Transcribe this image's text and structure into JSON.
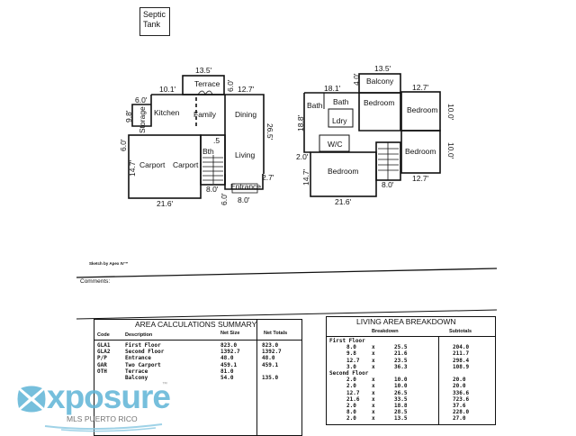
{
  "septic": {
    "line1": "Septic",
    "line2": "Tank"
  },
  "first_floor": {
    "rooms": {
      "terrace": "Terrace",
      "kitchen": "Kitchen",
      "family": "Family",
      "dining": "Dining",
      "storage": "Storage",
      "carport1": "Carport",
      "carport2": "Carport",
      "bath": "Bth",
      "living": "Living",
      "entrance": "Entrance"
    },
    "dims": {
      "top": "13.5'",
      "kitchen_top": "10.1'",
      "terrace_side": "6.0'",
      "dining_top": "12.7'",
      "storage_top": "6.0'",
      "storage_side": "9.8'",
      "right": "26.5'",
      "left_a": "6.0'",
      "left_b": "14.7'",
      "bottom": "21.6'",
      "stair_bottom": "8.0'",
      "entrance_side": "6.0'",
      "entrance_bottom": "8.0'",
      "entrance_right": "2.7'",
      "bath": ".5"
    }
  },
  "second_floor": {
    "rooms": {
      "balcony": "Balcony",
      "bath1": "Bath",
      "bath2": "Bath",
      "bedroom_top": "Bedroom",
      "bedroom_r1": "Bedroom",
      "bedroom_r2": "Bedroom",
      "laundry": "Ldry",
      "wic": "W/C",
      "bedroom_main": "Bedroom"
    },
    "dims": {
      "top": "13.5'",
      "balcony_side": "4.0'",
      "bath_top": "18.1'",
      "right_top": "12.7'",
      "r1_side": "10.0'",
      "r2_side": "10.0'",
      "right_bottom": "12.7'",
      "left": "18.8'",
      "left_small": "2.0'",
      "left_b": "14.7'",
      "bottom": "21.6'",
      "stair_bottom": "8.0'"
    }
  },
  "sketch_credit": "Sketch by Apex IV™",
  "comments_label": "Comments:",
  "area_summary": {
    "title": "AREA CALCULATIONS SUMMARY",
    "headers": {
      "code": "Code",
      "description": "Description",
      "net_size": "Net Size",
      "net_totals": "Net Totals"
    },
    "rows": [
      {
        "code": "GLA1",
        "description": "First Floor",
        "net_size": "823.0",
        "net_totals": "823.0"
      },
      {
        "code": "GLA2",
        "description": "Second Floor",
        "net_size": "1392.7",
        "net_totals": "1392.7"
      },
      {
        "code": "P/P",
        "description": "Entrance",
        "net_size": "48.0",
        "net_totals": "48.0"
      },
      {
        "code": "GAR",
        "description": "Two Carport",
        "net_size": "459.1",
        "net_totals": "459.1"
      },
      {
        "code": "OTH",
        "description": "Terrace",
        "net_size": "81.0",
        "net_totals": ""
      },
      {
        "code": "",
        "description": "Balcony",
        "net_size": "54.0",
        "net_totals": "135.0"
      }
    ]
  },
  "living_breakdown": {
    "title": "LIVING AREA BREAKDOWN",
    "headers": {
      "breakdown": "Breakdown",
      "subtotals": "Subtotals"
    },
    "sections": [
      {
        "label": "First Floor",
        "rows": [
          {
            "a": "8.0",
            "x": "x",
            "b": "25.5",
            "sub": "204.0"
          },
          {
            "a": "9.8",
            "x": "x",
            "b": "21.6",
            "sub": "211.7"
          },
          {
            "a": "12.7",
            "x": "x",
            "b": "23.5",
            "sub": "298.4"
          },
          {
            "a": "3.0",
            "x": "x",
            "b": "36.3",
            "sub": "108.9"
          }
        ]
      },
      {
        "label": "Second Floor",
        "rows": [
          {
            "a": "2.0",
            "x": "x",
            "b": "10.0",
            "sub": "20.0"
          },
          {
            "a": "2.0",
            "x": "x",
            "b": "10.0",
            "sub": "20.0"
          },
          {
            "a": "12.7",
            "x": "x",
            "b": "26.5",
            "sub": "336.6"
          },
          {
            "a": "21.6",
            "x": "x",
            "b": "33.5",
            "sub": "723.6"
          },
          {
            "a": "2.0",
            "x": "x",
            "b": "18.8",
            "sub": "37.6"
          },
          {
            "a": "8.0",
            "x": "x",
            "b": "28.5",
            "sub": "228.0"
          },
          {
            "a": "2.0",
            "x": "x",
            "b": "13.5",
            "sub": "27.0"
          }
        ]
      }
    ]
  },
  "watermark": {
    "brand": "xposure",
    "tm": "™",
    "sub": "MLS PUERTO RICO"
  },
  "colors": {
    "brand_blue": "#5fb4d6",
    "ink": "#111111"
  }
}
